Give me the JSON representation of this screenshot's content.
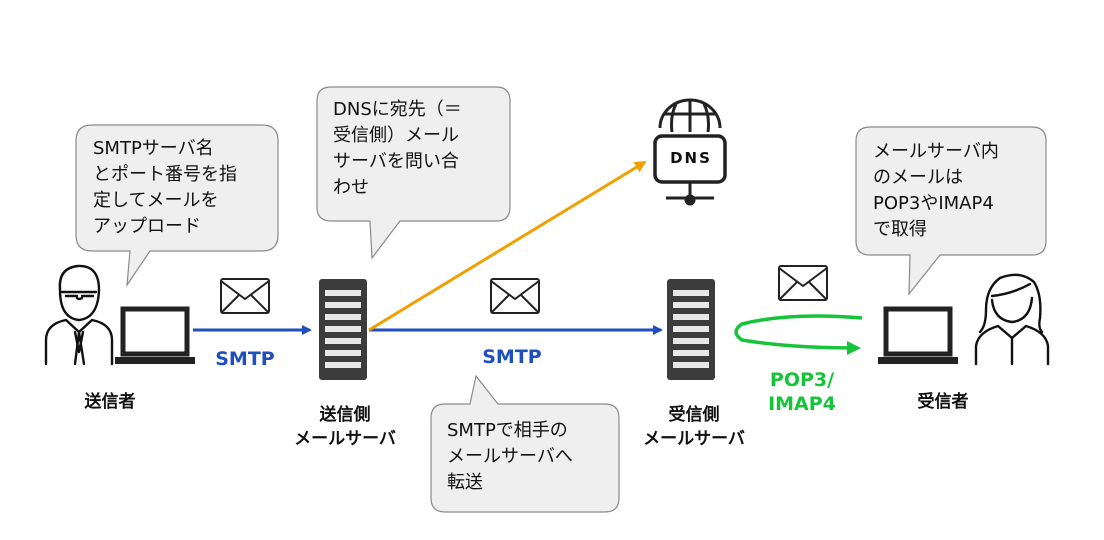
{
  "bubbles": {
    "sender": "SMTPサーバ名\nとポート番号を指\n定してメールを\nアップロード",
    "dns_query": "DNSに宛先（＝\n受信側）メール\nサーバを問い合\nわせ",
    "transfer": "SMTPで相手の\nメールサーバへ\n転送",
    "retrieve": "メールサーバ内\nのメールは\nPOP3やIMAP4\nで取得"
  },
  "labels": {
    "sender": "送信者",
    "sending_server": "送信側\nメールサーバ",
    "receiving_server": "受信側\nメールサーバ",
    "receiver": "受信者",
    "dns": "DNS"
  },
  "protocols": {
    "smtp_1": "SMTP",
    "smtp_2": "SMTP",
    "pop_imap": "POP3/\nIMAP4"
  },
  "colors": {
    "smtp_arrow": "#1f4fbf",
    "dns_arrow": "#f0a000",
    "pop_arrow": "#16c43a",
    "smtp_text": "#1f4fbf",
    "pop_text": "#16c43a",
    "bubble_fill": "#efefef",
    "server_fill": "#3c3c3c"
  },
  "icons": [
    "person-icon",
    "laptop-icon",
    "envelope-icon",
    "server-icon",
    "dns-globe-icon"
  ]
}
